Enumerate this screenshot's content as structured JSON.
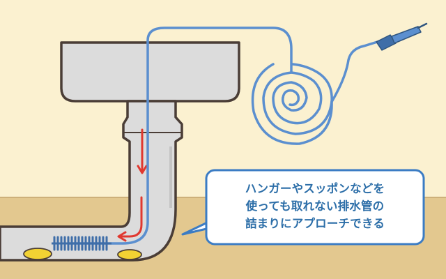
{
  "callout": {
    "lines": [
      "ハンガーやスッポンなどを",
      "使っても取れない排水管の",
      "詰まりにアプローチできる"
    ]
  },
  "colors": {
    "background": "#fbf1d0",
    "ground": "#e3c88f",
    "sink": "#dcdcdc",
    "outline": "#4a3d36",
    "cable": "#5b8fcf",
    "arrow": "#e0382f",
    "callout_border": "#3b7cc4",
    "callout_text": "#2c6ea8",
    "debris": "#f2d233"
  },
  "icons": [
    "drain-cleaning-cable",
    "flow-arrow",
    "brush-head-icon",
    "debris-clog",
    "cable-handle"
  ]
}
